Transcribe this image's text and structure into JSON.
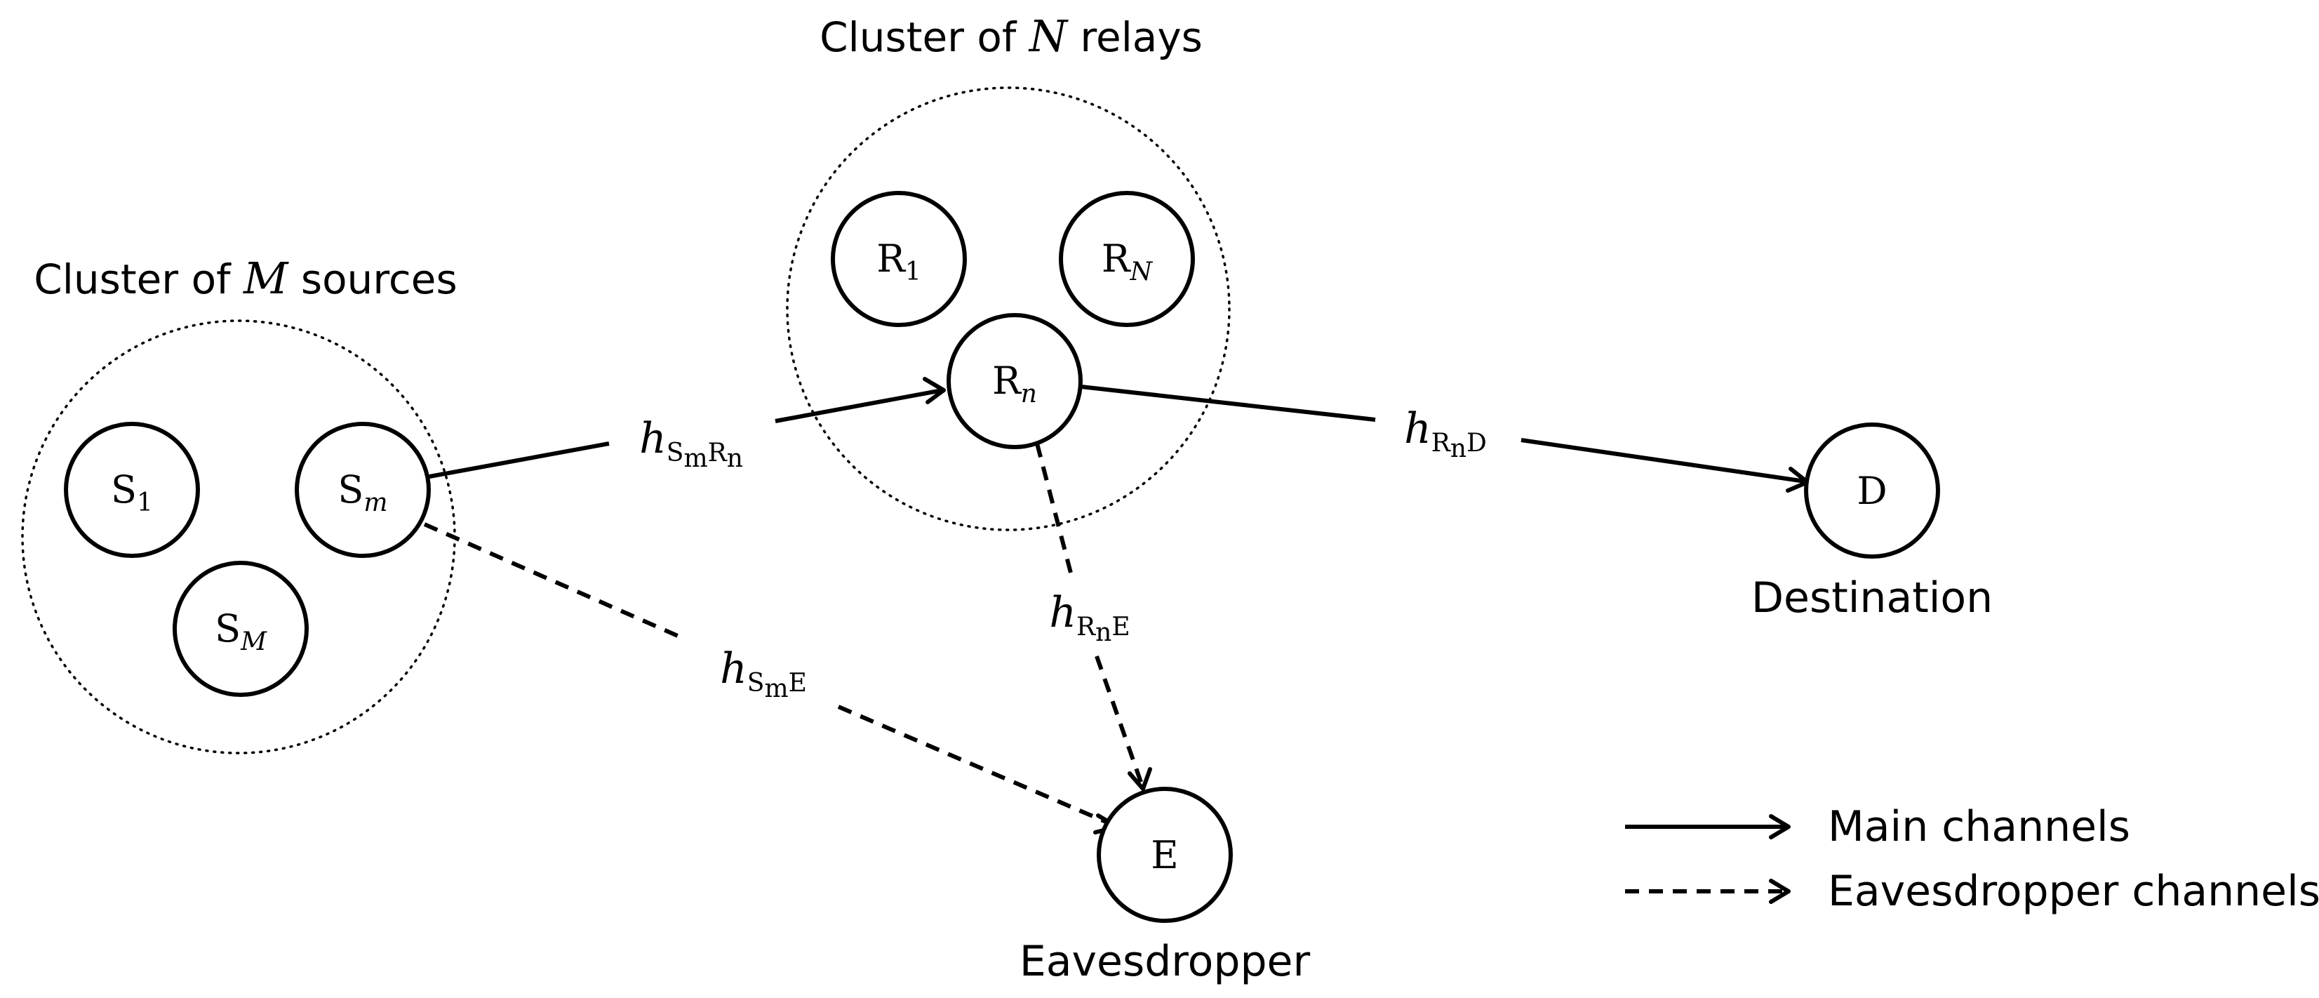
{
  "clusters": {
    "sources": {
      "label_pre": "Cluster of ",
      "label_var": "M",
      "label_post": " sources"
    },
    "relays": {
      "label_pre": "Cluster of ",
      "label_var": "N",
      "label_post": " relays"
    }
  },
  "nodes": {
    "s1": {
      "main": "S",
      "sub": "1"
    },
    "sm": {
      "main": "S",
      "sub": "m"
    },
    "sM": {
      "main": "S",
      "sub": "M"
    },
    "r1": {
      "main": "R",
      "sub": "1"
    },
    "rN": {
      "main": "R",
      "sub": "N"
    },
    "rn": {
      "main": "R",
      "sub": "n"
    },
    "d": {
      "main": "D",
      "caption": "Destination"
    },
    "e": {
      "main": "E",
      "caption": "Eavesdropper"
    }
  },
  "channels": {
    "sm_rn": {
      "var": "h",
      "sub1": "S",
      "sub1_sub": "m",
      "sub2": "R",
      "sub2_sub": "n"
    },
    "rn_d": {
      "var": "h",
      "sub1": "R",
      "sub1_sub": "n",
      "sub2": "D"
    },
    "rn_e": {
      "var": "h",
      "sub1": "R",
      "sub1_sub": "n",
      "sub2": "E"
    },
    "sm_e": {
      "var": "h",
      "sub1": "S",
      "sub1_sub": "m",
      "sub2": "E"
    }
  },
  "legend": {
    "main": "Main channels",
    "eavesdropper": "Eavesdropper channels"
  }
}
